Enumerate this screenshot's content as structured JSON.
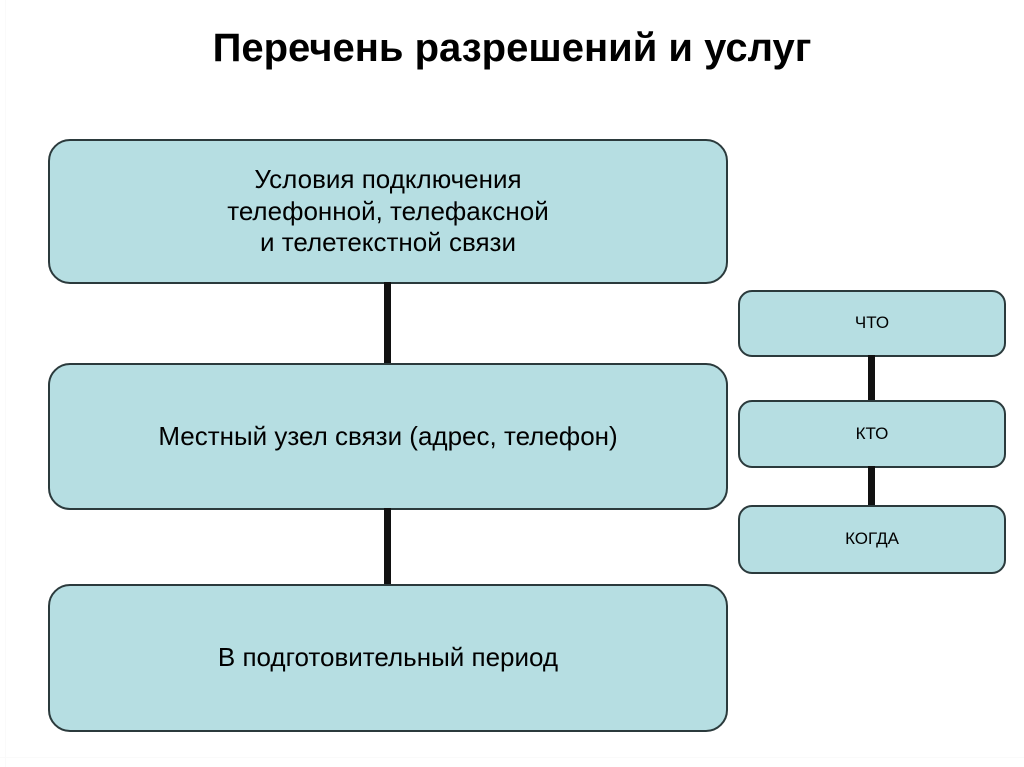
{
  "slide": {
    "title": "Перечень разрешений и услуг",
    "background_color": "#ffffff"
  },
  "theme": {
    "node_fill": "#b6dee2",
    "node_border": "#2b3a3c",
    "connector_color": "#111111",
    "text_color": "#000000"
  },
  "flow": {
    "main_column": [
      {
        "id": "conditions",
        "text": "Условия подключения\nтелефонной, телефаксной\nи телетекстной связи"
      },
      {
        "id": "local-node",
        "text": "Местный узел связи (адрес, телефон)"
      },
      {
        "id": "prep-period",
        "text": "В  подготовительный период"
      }
    ],
    "right_column": [
      {
        "id": "what",
        "text": "ЧТО"
      },
      {
        "id": "who",
        "text": "КТО"
      },
      {
        "id": "when",
        "text": "КОГДА"
      }
    ],
    "connectors": [
      {
        "id": "main-1",
        "from": "conditions",
        "to": "local-node"
      },
      {
        "id": "main-2",
        "from": "local-node",
        "to": "prep-period"
      },
      {
        "id": "right-1",
        "from": "what",
        "to": "who"
      },
      {
        "id": "right-2",
        "from": "who",
        "to": "when"
      }
    ]
  }
}
